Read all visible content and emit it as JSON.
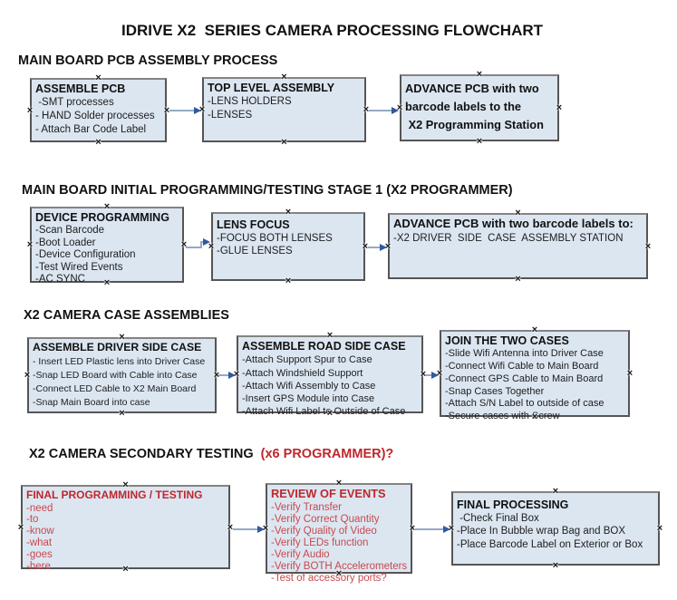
{
  "title": "IDRIVE X2  SERIES CAMERA PROCESSING FLOWCHART",
  "colors": {
    "box_fill": "#dce6f1",
    "box_border": "#555555",
    "red_heading": "#c0262b",
    "red_item": "#c8494d",
    "arrow_line": "#94a9c6",
    "arrow_head": "#31599c",
    "text": "#1a1a1a"
  },
  "icons": {
    "connection_point": "×",
    "arrow_head": "►"
  },
  "sections": [
    {
      "heading": {
        "text": "MAIN BOARD PCB ASSEMBLY PROCESS",
        "red_suffix": ""
      },
      "boxes": [
        {
          "title": "ASSEMBLE PCB",
          "items": [
            " -SMT processes",
            "- HAND Solder processes",
            "- Attach Bar Code Label"
          ]
        },
        {
          "title": "TOP LEVEL ASSEMBLY",
          "items": [
            "-LENS HOLDERS",
            "-LENSES"
          ]
        },
        {
          "title": "ADVANCE PCB with two\nbarcode labels to the\n X2 Programming Station",
          "items": []
        }
      ]
    },
    {
      "heading": {
        "text": "MAIN BOARD INITIAL PROGRAMMING/TESTING STAGE 1 (X2 PROGRAMMER)",
        "red_suffix": ""
      },
      "boxes": [
        {
          "title": "DEVICE PROGRAMMING",
          "items": [
            "-Scan Barcode",
            "-Boot Loader",
            "-Device Configuration",
            "-Test Wired Events",
            "-AC SYNC"
          ]
        },
        {
          "title": "LENS FOCUS",
          "items": [
            "-FOCUS BOTH LENSES",
            "-GLUE LENSES"
          ]
        },
        {
          "title": "ADVANCE PCB with two barcode labels to:",
          "items": [
            "-X2 DRIVER  SIDE  CASE  ASSEMBLY STATION"
          ]
        }
      ]
    },
    {
      "heading": {
        "text": "X2 CAMERA CASE ASSEMBLIES",
        "red_suffix": ""
      },
      "boxes": [
        {
          "title": "ASSEMBLE DRIVER SIDE CASE",
          "items": [
            "- Insert LED Plastic lens into Driver Case",
            "-Snap LED Board with Cable into Case",
            "-Connect LED Cable to X2 Main Board",
            "-Snap Main Board into case"
          ]
        },
        {
          "title": "ASSEMBLE ROAD SIDE CASE",
          "items": [
            "-Attach Support Spur to Case",
            "-Attach Windshield Support",
            "-Attach Wifi Assembly to Case",
            "-Insert GPS Module into Case",
            "-Attach Wifi Label to Outside of Case"
          ]
        },
        {
          "title": "JOIN THE TWO CASES",
          "items": [
            "-Slide Wifi Antenna into Driver Case",
            "-Connect Wifi Cable to Main Board",
            "-Connect GPS Cable to Main Board",
            "-Snap Cases Together",
            "-Attach S/N Label to outside of case",
            "-Secure cases with Screw"
          ]
        }
      ]
    },
    {
      "heading": {
        "text": "X2 CAMERA SECONDARY TESTING",
        "red_suffix": "  (x6 PROGRAMMER)?"
      },
      "boxes": [
        {
          "title": "FINAL PROGRAMMING / TESTING",
          "items": [
            "-need",
            "-to",
            "-know",
            "-what",
            "-goes",
            "-here"
          ]
        },
        {
          "title": "REVIEW OF EVENTS",
          "items": [
            "-Verify Transfer",
            "-Verify Correct Quantity",
            "-Verify Quality of Video",
            "-Verify LEDs function",
            "-Verify Audio",
            "-Verify BOTH Accelerometers",
            "-Test of accessory ports?"
          ]
        },
        {
          "title": "FINAL PROCESSING",
          "items": [
            " -Check Final Box",
            "-Place In Bubble wrap Bag and BOX",
            "-Place Barcode Label on Exterior or Box"
          ]
        }
      ]
    }
  ]
}
